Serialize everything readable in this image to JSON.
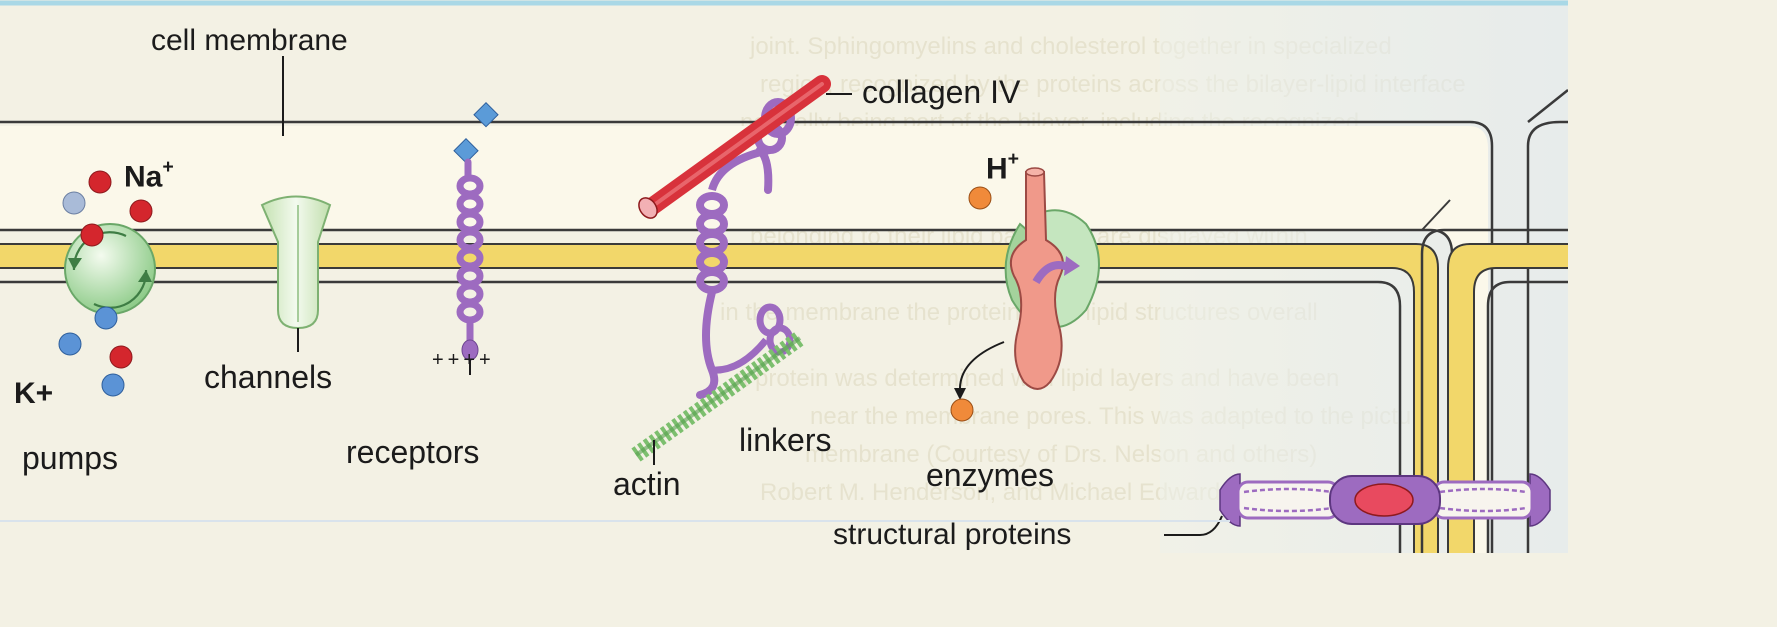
{
  "labels": {
    "cell_membrane": "cell membrane",
    "collagen": "collagen IV",
    "na_ion": "Na",
    "na_charge": "+",
    "h_ion": "H",
    "h_charge": "+",
    "k_ion": "K+",
    "pumps": "pumps",
    "channels": "channels",
    "receptors": "receptors",
    "linkers": "linkers",
    "actin": "actin",
    "enzymes": "enzymes",
    "structural_proteins": "structural proteins",
    "receptor_charges": "++++"
  },
  "colors": {
    "background": "#f3f1e4",
    "membrane_core": "#f2d76a",
    "membrane_edge": "#ffffff",
    "membrane_outline": "#3a3a3a",
    "protein_purple": "#9d6bc0",
    "collagen_red": "#d8323b",
    "ion_red": "#d4262d",
    "ion_blue": "#5b93d6",
    "ion_gray": "#a9bbd8",
    "channel_green": "#d8ebc8",
    "actin_green": "#7cbf6e",
    "enzyme_pink": "#f0998a",
    "orange_ion": "#f08a3a"
  }
}
